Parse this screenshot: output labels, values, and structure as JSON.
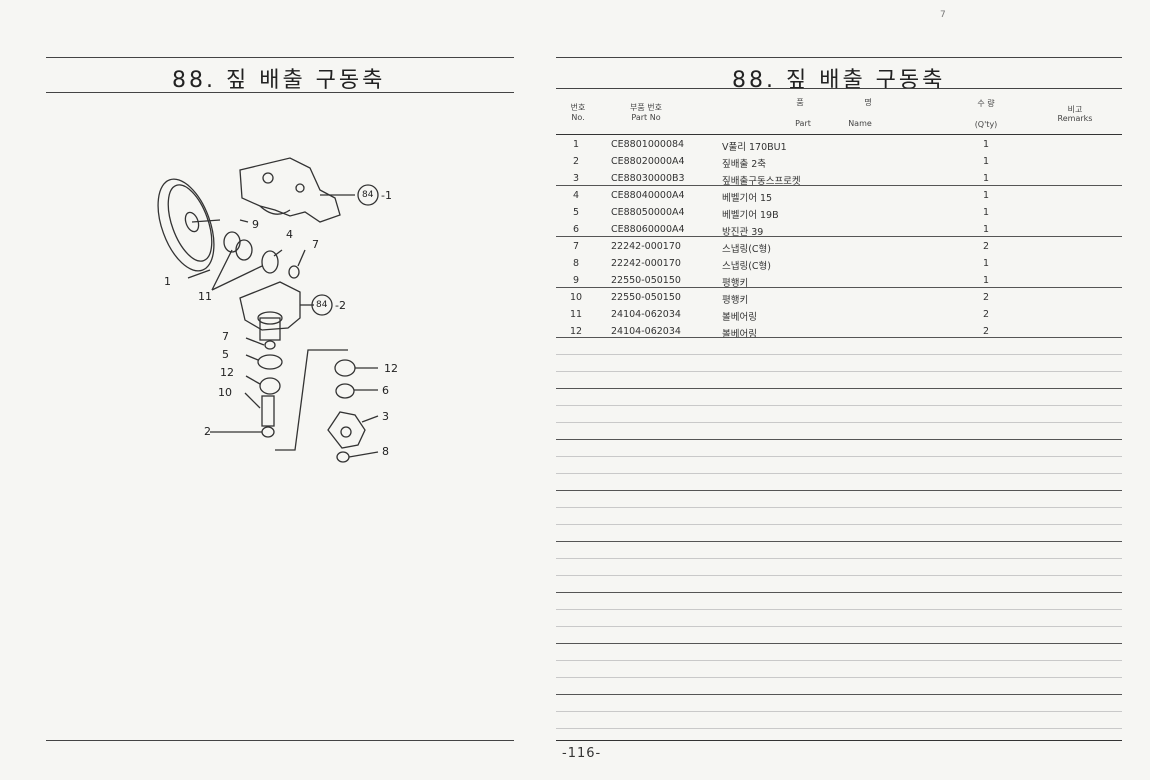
{
  "page": {
    "left_title": "88. 짚 배출 구동축",
    "right_title": "88. 짚 배출 구동축",
    "page_number": "-116-",
    "corner_mark": "7"
  },
  "table": {
    "headers": {
      "no_kr": "번호",
      "no_en": "No.",
      "part_kr": "부품 번호",
      "part_en": "Part   No",
      "name_kr_1": "품",
      "name_kr_2": "명",
      "name_en_1": "Part",
      "name_en_2": "Name",
      "qty_kr": "수 량",
      "qty_en": "(Q'ty)",
      "remarks_kr": "비고",
      "remarks_en": "Remarks"
    },
    "rows": [
      {
        "no": "1",
        "part": "CE8801000084",
        "name": "V풀리 170BU1",
        "qty": "1"
      },
      {
        "no": "2",
        "part": "CE88020000A4",
        "name": "짚배출 2축",
        "qty": "1"
      },
      {
        "no": "3",
        "part": "CE88030000B3",
        "name": "짚배출구동스프로켓",
        "qty": "1"
      },
      {
        "no": "4",
        "part": "CE88040000A4",
        "name": "베벨기어 15",
        "qty": "1"
      },
      {
        "no": "5",
        "part": "CE88050000A4",
        "name": "베벨기어 19B",
        "qty": "1"
      },
      {
        "no": "6",
        "part": "CE88060000A4",
        "name": "방진관 39",
        "qty": "1"
      },
      {
        "no": "7",
        "part": "22242-000170",
        "name": "스냅링(C형)",
        "qty": "2"
      },
      {
        "no": "8",
        "part": "22242-000170",
        "name": "스냅링(C형)",
        "qty": "1"
      },
      {
        "no": "9",
        "part": "22550-050150",
        "name": "평행키",
        "qty": "1"
      },
      {
        "no": "10",
        "part": "22550-050150",
        "name": "평행키",
        "qty": "2"
      },
      {
        "no": "11",
        "part": "24104-062034",
        "name": "볼베어링",
        "qty": "2"
      },
      {
        "no": "12",
        "part": "24104-062034",
        "name": "볼베어링",
        "qty": "2"
      }
    ]
  },
  "diagram": {
    "callouts": {
      "c84_1": "84",
      "c84_1_suffix": "-1",
      "c84_2": "84",
      "c84_2_suffix": "-2",
      "n1": "1",
      "n9": "9",
      "n4": "4",
      "n7a": "7",
      "n11": "11",
      "n7b": "7",
      "n5": "5",
      "n12a": "12",
      "n10": "10",
      "n12b": "12",
      "n6": "6",
      "n3": "3",
      "n8": "8",
      "n2": "2"
    }
  }
}
